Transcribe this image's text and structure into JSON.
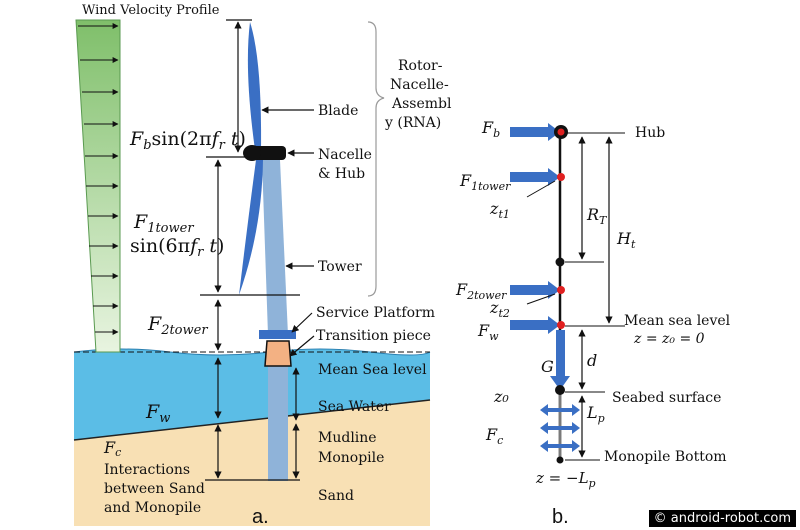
{
  "panel_a": {
    "title": "Wind Velocity Profile",
    "rna_label": [
      "Rotor-",
      "Nacelle-",
      "Assembl",
      "y (RNA)"
    ],
    "blade": "Blade",
    "nacelle_hub": [
      "Nacelle",
      "& Hub"
    ],
    "tower": "Tower",
    "service_platform": "Service Platform",
    "transition_piece": "Transition piece",
    "mean_sea_level": "Mean Sea level",
    "sea_water": "Sea Water",
    "mudline": "Mudline",
    "monopile": "Monopile",
    "sand": "Sand",
    "interactions": [
      "Interactions",
      "between Sand",
      "and Monopile"
    ],
    "force_fb": "F_b sin(2πf_r t)",
    "force_f1tower": "F_1tower sin(6πf_r t)",
    "force_f2tower": "F_2tower",
    "force_fw": "F_w",
    "force_fc": "F_c",
    "panel_label": "a.",
    "colors": {
      "sky_gradient_top": "#7fbf6a",
      "sea": "#5bbde6",
      "sand": "#f8e0b4",
      "tower": "#8fb3d9",
      "blade": "#3a6fc4"
    }
  },
  "panel_b": {
    "hub": "Hub",
    "F_b": "F_b",
    "F_1tower": "F_1tower",
    "z_t1": "z_t1",
    "R_T": "R_T",
    "H_t": "H_t",
    "F_2tower": "F_2tower",
    "z_t2": "z_t2",
    "F_w": "F_w",
    "mean_sea_level": "Mean sea level",
    "z_eq": "z = z₀ = 0",
    "G": "G",
    "d": "d",
    "seabed": "Seabed surface",
    "z0": "z₀",
    "L_p": "L_p",
    "F_c": "F_c",
    "monopile_bottom": "Monopile Bottom",
    "z_bottom": "z = −L_p",
    "panel_label": "b."
  },
  "watermark": "© android-robot.com"
}
